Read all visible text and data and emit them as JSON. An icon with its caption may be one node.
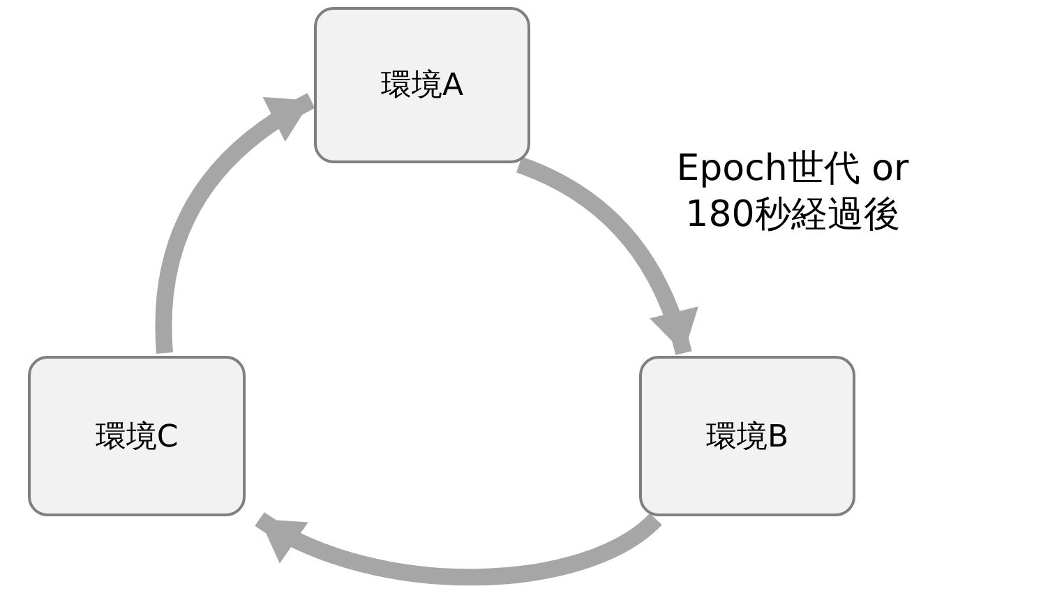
{
  "diagram": {
    "nodes": [
      {
        "text": [
          "環境A"
        ]
      },
      {
        "text": [
          "環境B"
        ]
      },
      {
        "text": [
          "環境C"
        ]
      }
    ],
    "edges": [
      {
        "from": 0,
        "to": 1,
        "arrow": "to",
        "label": "Epoch世代 or 180秒経過後"
      },
      {
        "from": 1,
        "to": 2,
        "arrow": "to"
      },
      {
        "from": 2,
        "to": 0,
        "arrow": "to"
      }
    ]
  }
}
